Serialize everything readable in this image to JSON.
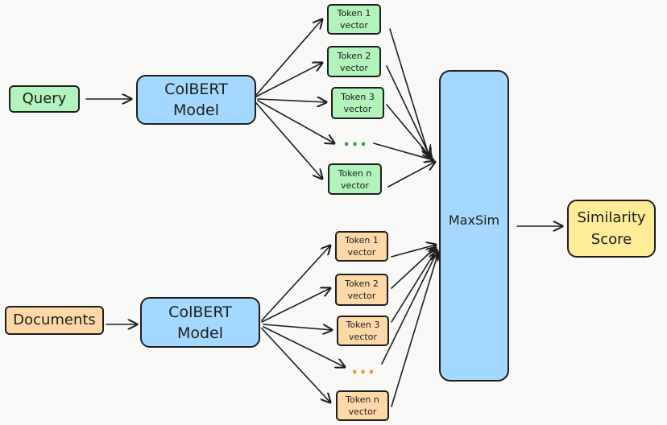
{
  "query": {
    "label": "Query"
  },
  "documents": {
    "label": "Documents"
  },
  "query_model": {
    "label": "ColBERT\nModel"
  },
  "doc_model": {
    "label": "ColBERT\nModel"
  },
  "query_tokens": [
    {
      "label": "Token 1\nvector"
    },
    {
      "label": "Token 2\nvector"
    },
    {
      "label": "Token 3\nvector"
    },
    {
      "label": "Token n\nvector"
    }
  ],
  "doc_tokens": [
    {
      "label": "Token 1\nvector"
    },
    {
      "label": "Token 2\nvector"
    },
    {
      "label": "Token 3\nvector"
    },
    {
      "label": "Token n\nvector"
    }
  ],
  "ellipsis": "...",
  "maxsim": {
    "label": "MaxSim"
  },
  "score": {
    "label": "Similarity\nScore"
  },
  "colors": {
    "query": "#b2f2bb",
    "documents": "#ffd8a8",
    "model": "#a5d8ff",
    "score": "#ffec99"
  }
}
